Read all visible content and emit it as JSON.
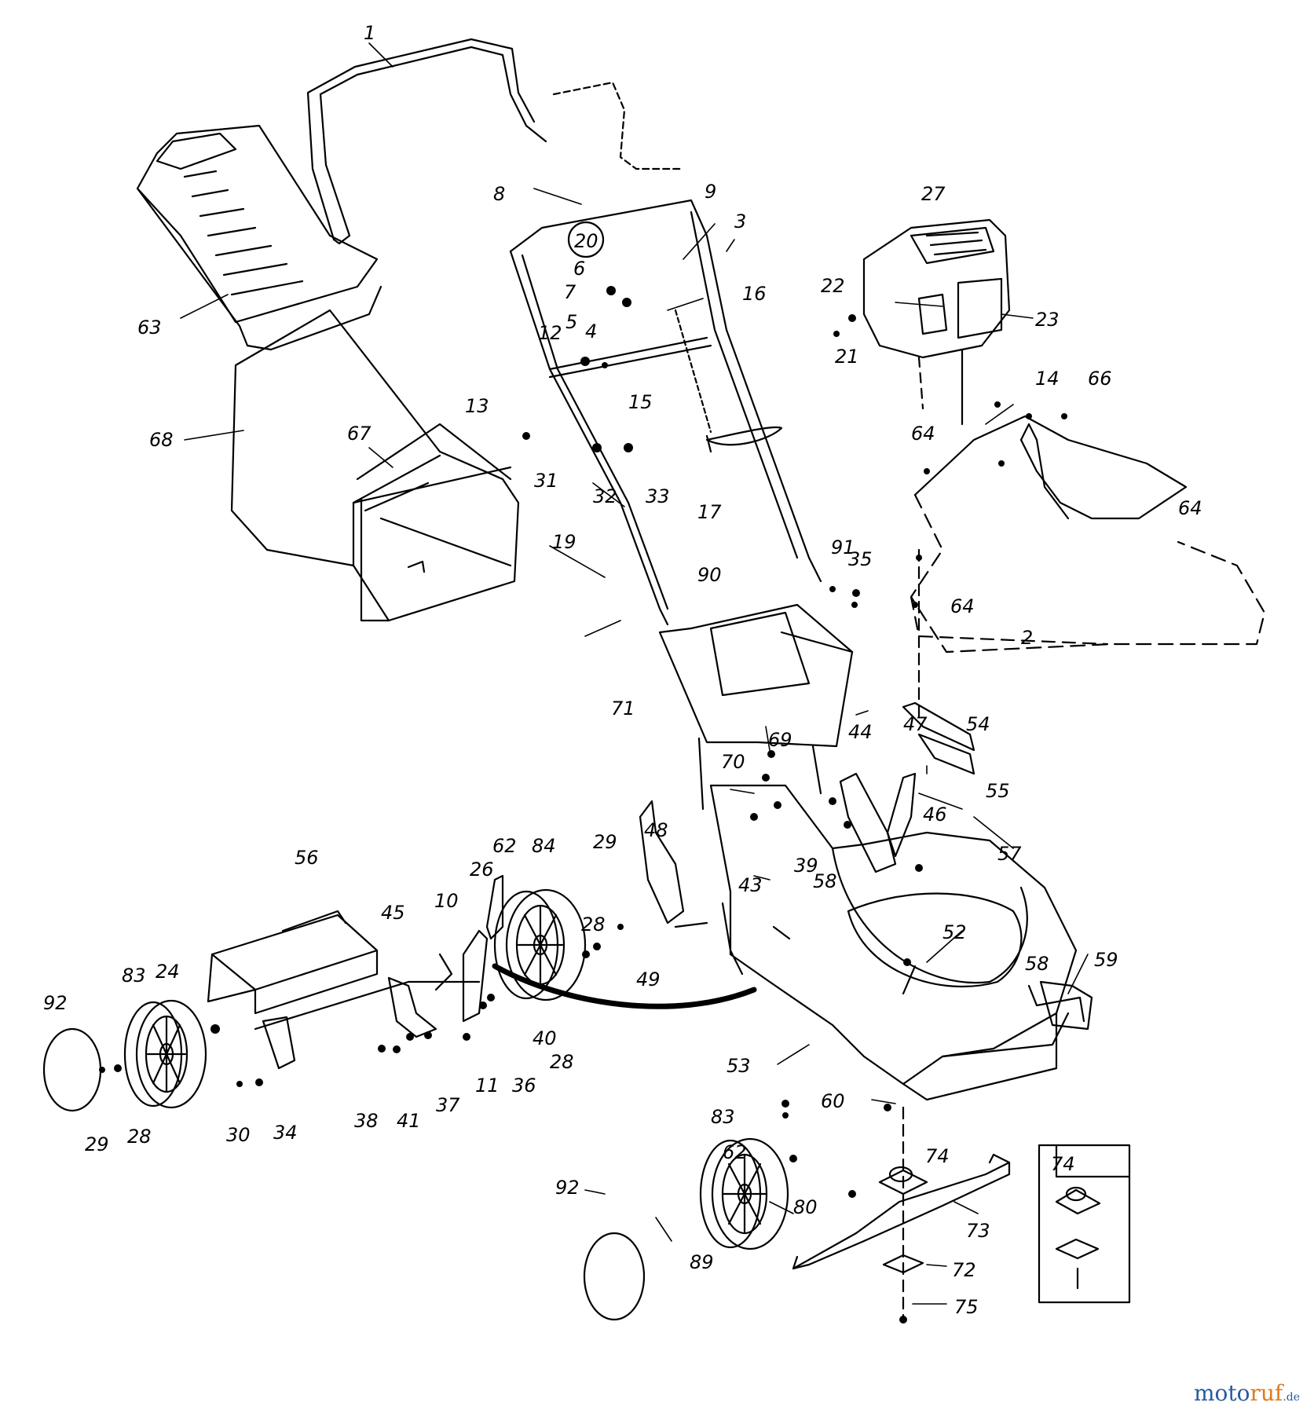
{
  "watermark": {
    "part1": "moto",
    "part2": "ruf",
    "suffix": ".de"
  },
  "inset_label": "74",
  "callouts": [
    {
      "id": "1",
      "label": "1"
    },
    {
      "id": "2",
      "label": "2"
    },
    {
      "id": "3",
      "label": "3"
    },
    {
      "id": "4",
      "label": "4"
    },
    {
      "id": "5",
      "label": "5"
    },
    {
      "id": "6",
      "label": "6"
    },
    {
      "id": "7",
      "label": "7"
    },
    {
      "id": "8",
      "label": "8"
    },
    {
      "id": "9",
      "label": "9"
    },
    {
      "id": "10",
      "label": "10"
    },
    {
      "id": "11",
      "label": "11"
    },
    {
      "id": "12",
      "label": "12"
    },
    {
      "id": "13",
      "label": "13"
    },
    {
      "id": "14",
      "label": "14"
    },
    {
      "id": "15",
      "label": "15"
    },
    {
      "id": "16",
      "label": "16"
    },
    {
      "id": "17",
      "label": "17"
    },
    {
      "id": "19",
      "label": "19"
    },
    {
      "id": "20",
      "label": "20"
    },
    {
      "id": "21",
      "label": "21"
    },
    {
      "id": "22",
      "label": "22"
    },
    {
      "id": "23",
      "label": "23"
    },
    {
      "id": "24",
      "label": "24"
    },
    {
      "id": "26",
      "label": "26"
    },
    {
      "id": "27",
      "label": "27"
    },
    {
      "id": "28a",
      "label": "28"
    },
    {
      "id": "28b",
      "label": "28"
    },
    {
      "id": "28c",
      "label": "28"
    },
    {
      "id": "29a",
      "label": "29"
    },
    {
      "id": "29b",
      "label": "29"
    },
    {
      "id": "30",
      "label": "30"
    },
    {
      "id": "31",
      "label": "31"
    },
    {
      "id": "32",
      "label": "32"
    },
    {
      "id": "33",
      "label": "33"
    },
    {
      "id": "34",
      "label": "34"
    },
    {
      "id": "35",
      "label": "35"
    },
    {
      "id": "36",
      "label": "36"
    },
    {
      "id": "37",
      "label": "37"
    },
    {
      "id": "38",
      "label": "38"
    },
    {
      "id": "39",
      "label": "39"
    },
    {
      "id": "40",
      "label": "40"
    },
    {
      "id": "41",
      "label": "41"
    },
    {
      "id": "43",
      "label": "43"
    },
    {
      "id": "44",
      "label": "44"
    },
    {
      "id": "45",
      "label": "45"
    },
    {
      "id": "46",
      "label": "46"
    },
    {
      "id": "47",
      "label": "47"
    },
    {
      "id": "48",
      "label": "48"
    },
    {
      "id": "49",
      "label": "49"
    },
    {
      "id": "52",
      "label": "52"
    },
    {
      "id": "53",
      "label": "53"
    },
    {
      "id": "54",
      "label": "54"
    },
    {
      "id": "55",
      "label": "55"
    },
    {
      "id": "56",
      "label": "56"
    },
    {
      "id": "57",
      "label": "57"
    },
    {
      "id": "58a",
      "label": "58"
    },
    {
      "id": "58b",
      "label": "58"
    },
    {
      "id": "59",
      "label": "59"
    },
    {
      "id": "60",
      "label": "60"
    },
    {
      "id": "62a",
      "label": "62"
    },
    {
      "id": "62b",
      "label": "62"
    },
    {
      "id": "63",
      "label": "63"
    },
    {
      "id": "64a",
      "label": "64"
    },
    {
      "id": "64b",
      "label": "64"
    },
    {
      "id": "64c",
      "label": "64"
    },
    {
      "id": "66",
      "label": "66"
    },
    {
      "id": "67",
      "label": "67"
    },
    {
      "id": "68",
      "label": "68"
    },
    {
      "id": "69",
      "label": "69"
    },
    {
      "id": "70",
      "label": "70"
    },
    {
      "id": "71",
      "label": "71"
    },
    {
      "id": "72",
      "label": "72"
    },
    {
      "id": "73",
      "label": "73"
    },
    {
      "id": "74",
      "label": "74"
    },
    {
      "id": "75",
      "label": "75"
    },
    {
      "id": "80",
      "label": "80"
    },
    {
      "id": "83a",
      "label": "83"
    },
    {
      "id": "83b",
      "label": "83"
    },
    {
      "id": "84",
      "label": "84"
    },
    {
      "id": "89",
      "label": "89"
    },
    {
      "id": "90",
      "label": "90"
    },
    {
      "id": "91",
      "label": "91"
    },
    {
      "id": "92a",
      "label": "92"
    },
    {
      "id": "92b",
      "label": "92"
    }
  ]
}
